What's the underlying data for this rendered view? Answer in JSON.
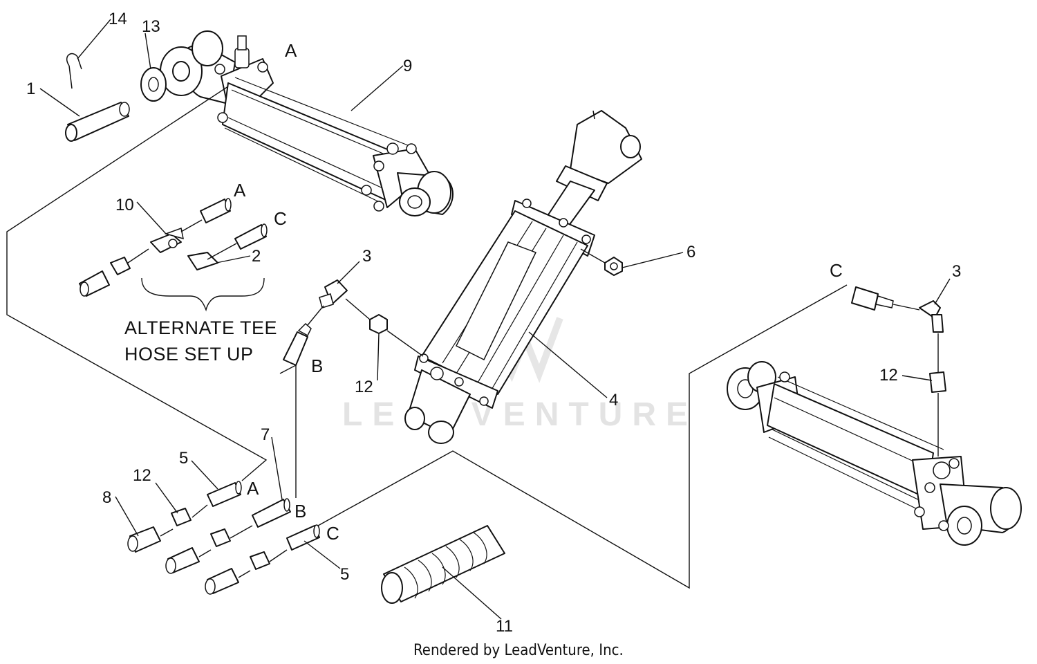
{
  "callouts": {
    "c1": "1",
    "c2": "2",
    "c3a": "3",
    "c3b": "3",
    "c4": "4",
    "c5a": "5",
    "c5b": "5",
    "c6": "6",
    "c7": "7",
    "c8": "8",
    "c9": "9",
    "c10": "10",
    "c11": "11",
    "c12a": "12",
    "c12b": "12",
    "c12c": "12",
    "c13": "13",
    "c14": "14"
  },
  "letters": {
    "a_top": "A",
    "a_alt": "A",
    "c_alt": "C",
    "b_mid": "B",
    "c_right": "C",
    "a_bottom": "A",
    "b_bottom": "B",
    "c_bottom": "C"
  },
  "note": {
    "line1": "ALTERNATE TEE",
    "line2": "HOSE SET UP"
  },
  "watermark": "LEADVENTURE",
  "footer": "Rendered by LeadVenture, Inc."
}
